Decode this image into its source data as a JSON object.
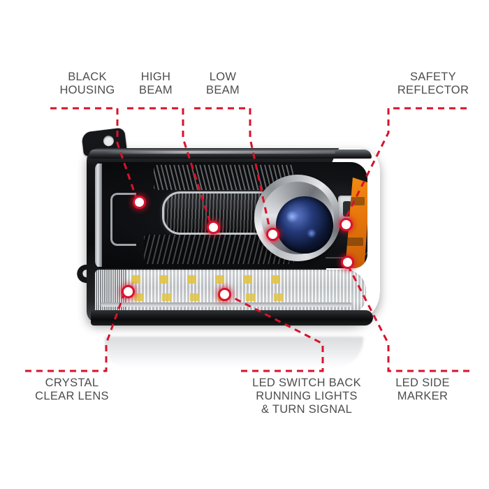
{
  "diagram": {
    "title": "Headlight assembly feature callout diagram",
    "product": "Projector headlight assembly",
    "background_color": "#ffffff",
    "leader_line_color": "#d9122b",
    "label_text_color": "#4d4d4d",
    "callout_dot_fill": "#ffffff",
    "callout_dot_ring": "#d9122b"
  },
  "labels": {
    "black_housing": "BLACK\nHOUSING",
    "high_beam": "HIGH\nBEAM",
    "low_beam": "LOW\nBEAM",
    "safety_reflector": "SAFETY\nREFLECTOR",
    "crystal_clear_lens": "CRYSTAL\nCLEAR LENS",
    "led_switch_back": "LED SWITCH BACK\nRUNNING LIGHTS\n& TURN SIGNAL",
    "led_side_marker": "LED SIDE\nMARKER"
  },
  "callouts": [
    {
      "key": "black_housing",
      "label": "BLACK HOUSING",
      "position": "top-left",
      "dots": 1
    },
    {
      "key": "high_beam",
      "label": "HIGH BEAM",
      "position": "top-center-left",
      "dots": 1
    },
    {
      "key": "low_beam",
      "label": "LOW BEAM",
      "position": "top-center",
      "dots": 1
    },
    {
      "key": "safety_reflector",
      "label": "SAFETY REFLECTOR",
      "position": "top-right",
      "dots": 1
    },
    {
      "key": "crystal_clear_lens",
      "label": "CRYSTAL CLEAR LENS",
      "position": "bottom-left",
      "dots": 1
    },
    {
      "key": "led_switch_back",
      "label": "LED SWITCH BACK RUNNING LIGHTS & TURN SIGNAL",
      "position": "bottom-center",
      "dots": 1
    },
    {
      "key": "led_side_marker",
      "label": "LED SIDE MARKER",
      "position": "bottom-right",
      "dots": 1
    }
  ],
  "components": {
    "projector_lens_tint": "#243a7a",
    "amber_reflector_color": "#e8780c",
    "housing_color": "#0b0c0d",
    "chrome_trim_color": "#c3c7cb",
    "clear_lens_color": "#eef0f1",
    "led_chip_color": "#e2c446"
  }
}
